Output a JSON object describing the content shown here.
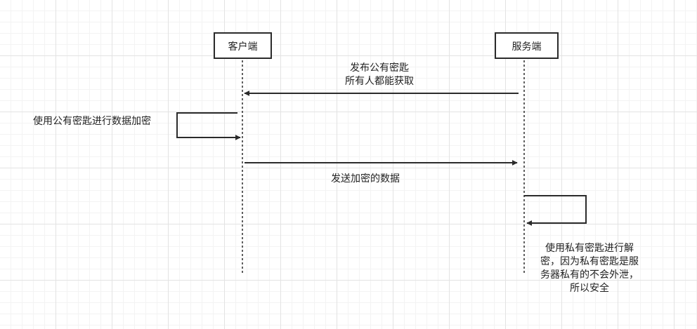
{
  "participants": {
    "client": "客户端",
    "server": "服务端"
  },
  "messages": {
    "publish_line1": "发布公有密匙",
    "publish_line2": "所有人都能获取",
    "encrypt_self": "使用公有密匙进行数据加密",
    "send_encrypted": "发送加密的数据",
    "decrypt_line1": "使用私有密匙进行解",
    "decrypt_line2": "密，因为私有密匙是服",
    "decrypt_line3": "务器私有的不会外泄，",
    "decrypt_line4": "所以安全"
  },
  "colors": {
    "line": "#2b2b2b",
    "grid": "#e3e3e3"
  }
}
